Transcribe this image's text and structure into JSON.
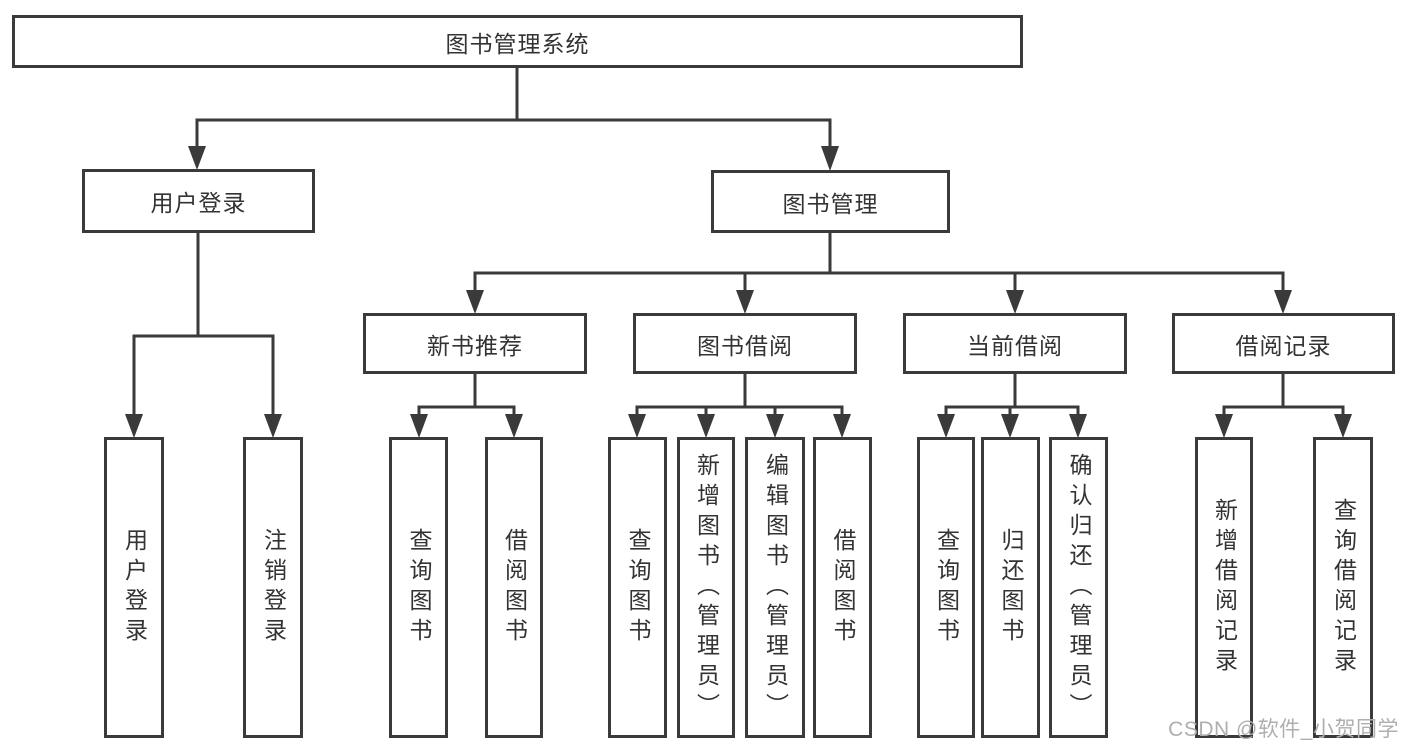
{
  "diagram": {
    "root": {
      "label": "图书管理系统"
    },
    "branches": [
      {
        "label": "用户登录",
        "children": [
          {
            "label": "用户登录"
          },
          {
            "label": "注销登录"
          }
        ]
      },
      {
        "label": "图书管理",
        "children": [
          {
            "label": "新书推荐",
            "children": [
              {
                "label": "查询图书"
              },
              {
                "label": "借阅图书"
              }
            ]
          },
          {
            "label": "图书借阅",
            "children": [
              {
                "label": "查询图书"
              },
              {
                "label": "新增图书（管理员）"
              },
              {
                "label": "编辑图书（管理员）"
              },
              {
                "label": "借阅图书"
              }
            ]
          },
          {
            "label": "当前借阅",
            "children": [
              {
                "label": "查询图书"
              },
              {
                "label": "归还图书"
              },
              {
                "label": "确认归还（管理员）"
              }
            ]
          },
          {
            "label": "借阅记录",
            "children": [
              {
                "label": "新增借阅记录"
              },
              {
                "label": "查询借阅记录"
              }
            ]
          }
        ]
      }
    ]
  },
  "watermark": {
    "text": "CSDN @软件_小贺同学"
  },
  "colors": {
    "line": "#3a3a3a",
    "text": "#333333",
    "watermark": "#b0aeae",
    "background": "#ffffff"
  }
}
